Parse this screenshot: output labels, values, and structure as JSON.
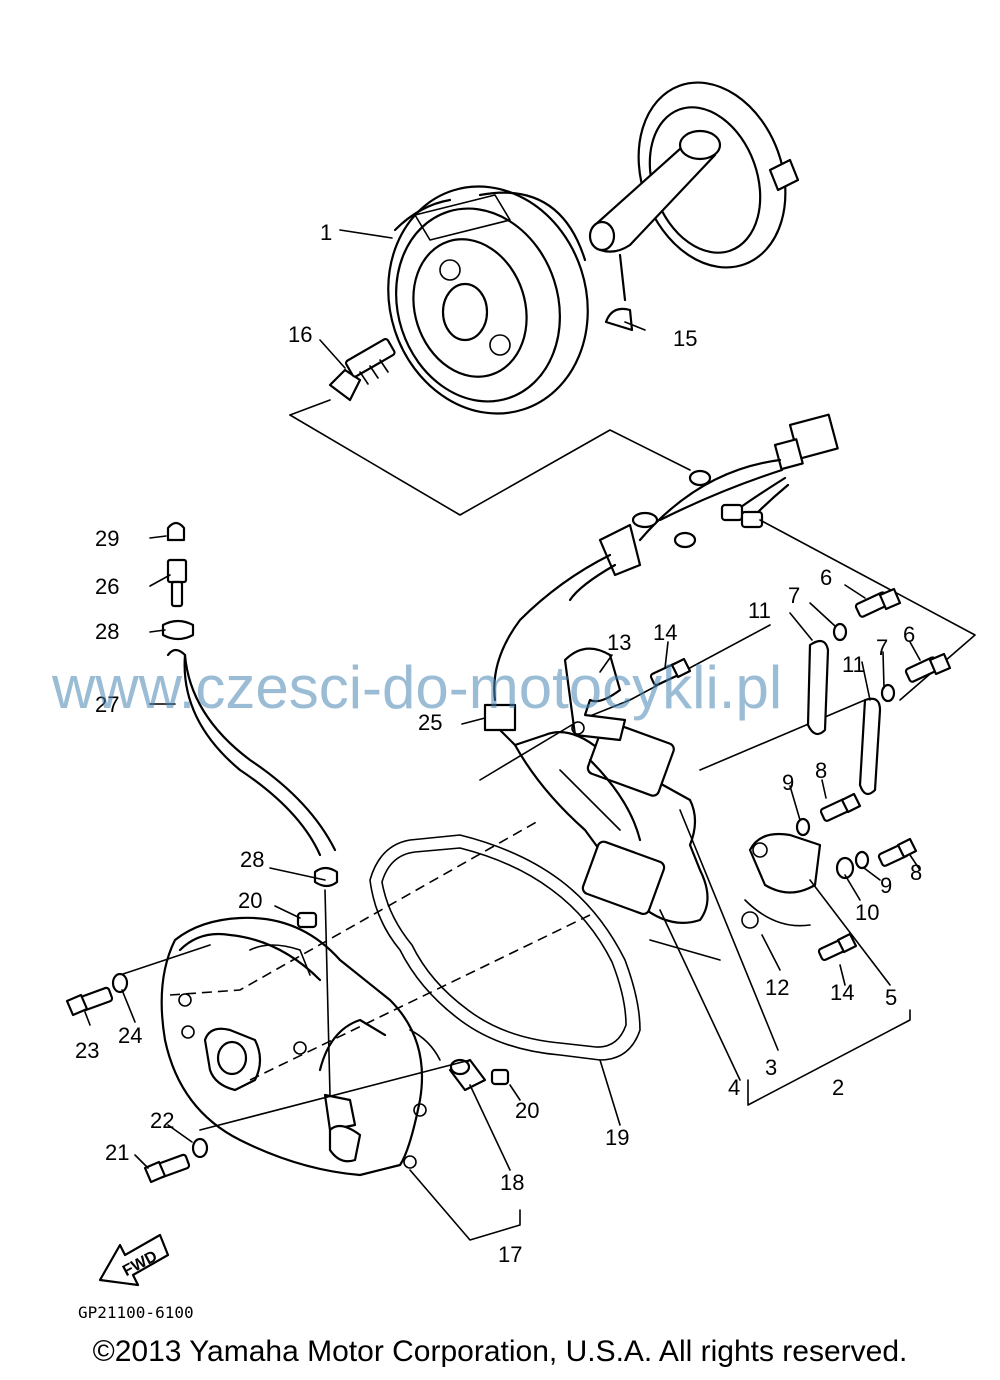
{
  "diagram_code": "GP21100-6100",
  "watermark": "www.czesci-do-motocykli.pl",
  "copyright": "©2013 Yamaha Motor Corporation, U.S.A. All rights reserved.",
  "fwd_label": "FWD",
  "callouts": [
    "1",
    "2",
    "3",
    "4",
    "5",
    "6",
    "6",
    "7",
    "7",
    "8",
    "8",
    "9",
    "9",
    "10",
    "11",
    "11",
    "12",
    "13",
    "14",
    "14",
    "15",
    "16",
    "17",
    "18",
    "19",
    "20",
    "20",
    "21",
    "22",
    "23",
    "24",
    "25",
    "26",
    "27",
    "28",
    "28",
    "29"
  ]
}
